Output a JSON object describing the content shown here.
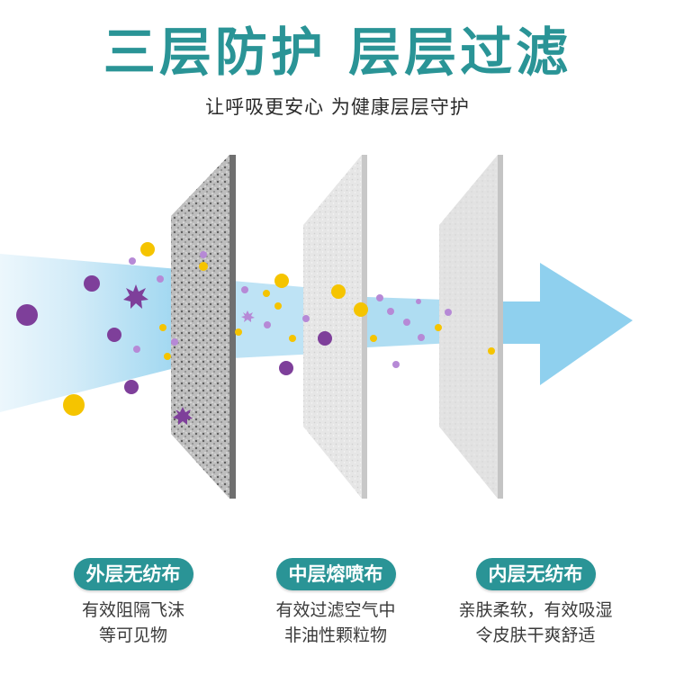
{
  "header": {
    "title": "三层防护 层层过滤",
    "subtitle": "让呼吸更安心 为健康层层守护"
  },
  "layers": [
    {
      "label": "外层无纺布",
      "desc_line1": "有效阻隔飞沫",
      "desc_line2": "等可见物"
    },
    {
      "label": "中层熔喷布",
      "desc_line1": "有效过滤空气中",
      "desc_line2": "非油性颗粒物"
    },
    {
      "label": "内层无纺布",
      "desc_line1": "亲肤柔软，有效吸湿",
      "desc_line2": "令皮肤干爽舒适"
    }
  ],
  "colors": {
    "accent": "#2a9496",
    "airflow": "#9fd6ef",
    "particle_purple": "#7e3f9a",
    "particle_light_purple": "#b689d6",
    "particle_yellow": "#f5c400"
  }
}
